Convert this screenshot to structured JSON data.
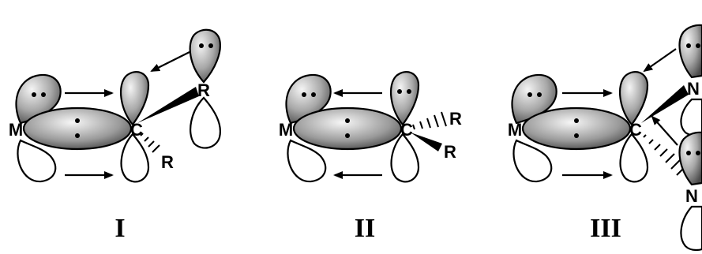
{
  "panels": [
    {
      "label": "I",
      "metal": "M",
      "carbon": "C",
      "substituents": [
        "R",
        "R"
      ]
    },
    {
      "label": "II",
      "metal": "M",
      "carbon": "C",
      "substituents": [
        "R",
        "R"
      ]
    },
    {
      "label": "III",
      "metal": "M",
      "carbon": "C",
      "substituents": [
        "N",
        "N"
      ]
    }
  ],
  "style": {
    "ink": "#000000",
    "shade_light": "#f4f4f4",
    "shade_dark": "#4a4a4a"
  }
}
